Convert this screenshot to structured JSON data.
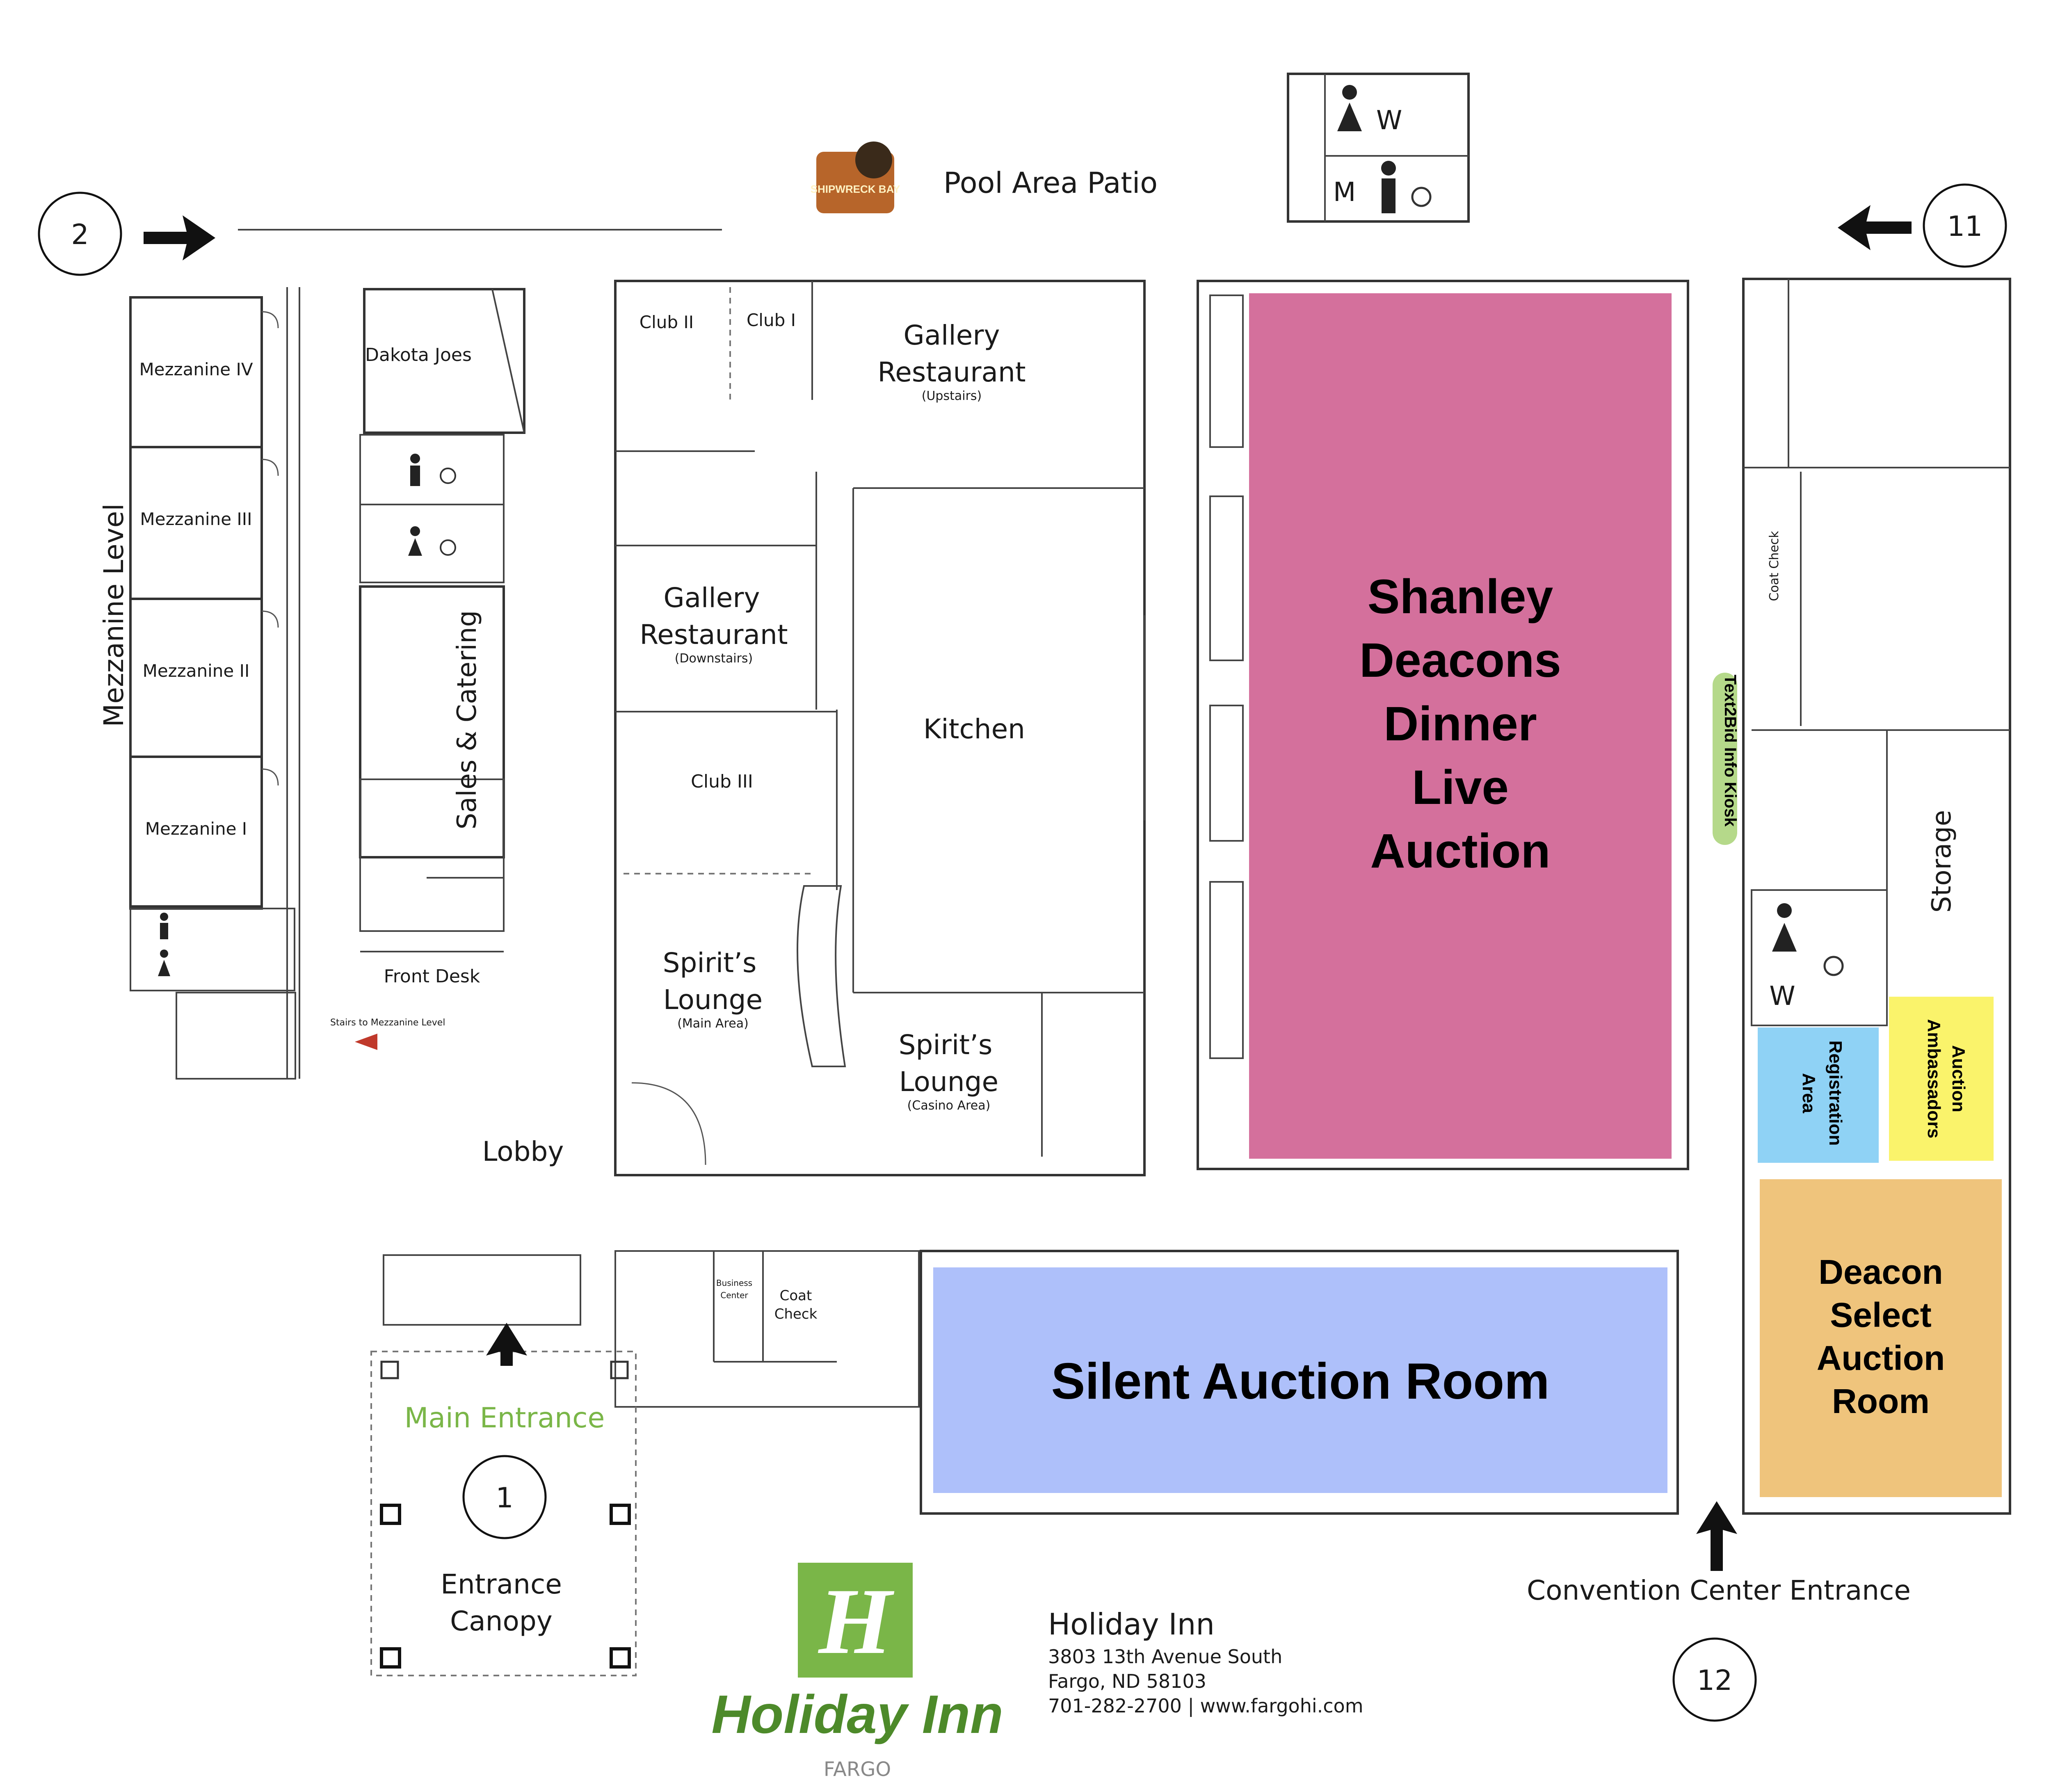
{
  "venue": {
    "name": "Holiday Inn",
    "address_line1": "3803 13th Avenue South",
    "address_line2": "Fargo, ND 58103",
    "contact": "701-282-2700 | www.fargohi.com",
    "logo_word": "Holiday Inn",
    "logo_city": "FARGO",
    "logo_color": "#7ab648",
    "logo_dark": "#4d8a2a"
  },
  "pool": {
    "label": "Pool Area Patio",
    "logo_word": "SHIPWRECK BAY"
  },
  "entrances": [
    {
      "number": "1"
    },
    {
      "number": "2"
    },
    {
      "number": "11"
    },
    {
      "number": "12"
    }
  ],
  "entrance_labels": {
    "main": "Main Entrance",
    "convention": "Convention Center Entrance",
    "canopy_line1": "Entrance",
    "canopy_line2": "Canopy"
  },
  "rooms": {
    "mezzanine_level": "Mezzanine Level",
    "mezz4": "Mezzanine IV",
    "mezz3": "Mezzanine III",
    "mezz2": "Mezzanine II",
    "mezz1": "Mezzanine I",
    "dakota_joes": "Dakota Joes",
    "sales_catering": "Sales & Catering",
    "front_desk": "Front Desk",
    "stairs_mezz": "Stairs to Mezzanine Level",
    "lobby": "Lobby",
    "club2": "Club II",
    "club1": "Club I",
    "club3": "Club III",
    "gallery_up_1": "Gallery",
    "gallery_up_2": "Restaurant",
    "gallery_up_3": "(Upstairs)",
    "gallery_dn_1": "Gallery",
    "gallery_dn_2": "Restaurant",
    "gallery_dn_3": "(Downstairs)",
    "kitchen": "Kitchen",
    "spirits_main_1": "Spirit’s",
    "spirits_main_2": "Lounge",
    "spirits_main_3": "(Main Area)",
    "spirits_casino_1": "Spirit’s",
    "spirits_casino_2": "Lounge",
    "spirits_casino_3": "(Casino Area)",
    "business_center_1": "Business",
    "business_center_2": "Center",
    "coat_check_1": "Coat",
    "coat_check_2": "Check",
    "coat_check_east": "Coat Check",
    "storage": "Storage",
    "women": "W",
    "men": "M"
  },
  "event_rooms": {
    "live_auction": {
      "lines": [
        "Shanley",
        "Deacons",
        "Dinner",
        "Live",
        "Auction"
      ],
      "color": "#d4709c"
    },
    "silent_auction": {
      "label": "Silent Auction Room",
      "color": "#aec0fa"
    },
    "deacon_select": {
      "lines": [
        "Deacon",
        "Select",
        "Auction",
        "Room"
      ],
      "color": "#efc47c"
    },
    "registration": {
      "lines": [
        "Registration",
        "Area"
      ],
      "color": "#8fd2f5"
    },
    "ambassadors": {
      "lines": [
        "Auction",
        "Ambassadors"
      ],
      "color": "#faf36b"
    },
    "kiosk": {
      "label": "Text2Bid Info Kiosk",
      "color": "#b5d98a"
    }
  }
}
